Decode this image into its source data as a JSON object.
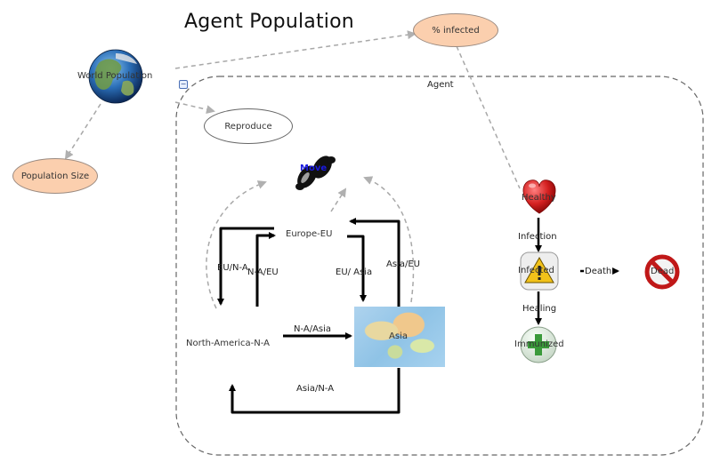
{
  "title": "Agent Population",
  "world": {
    "label": "World Population"
  },
  "nodes": {
    "percent_infected": "% infected",
    "population_size": "Population Size",
    "reproduce": "Reproduce",
    "agent_group": "Agent",
    "move": "Move",
    "europe": "Europe-EU",
    "north_america": "North-America-N-A",
    "asia": "Asia",
    "healthy": "Healthy",
    "infected": "Infected",
    "immunized": "Immunized",
    "dead": "Dead"
  },
  "transitions": {
    "eu_na": "EU/N-A",
    "na_eu": "N-A/EU",
    "eu_asia": "EU/ Asia",
    "asia_eu": "Asia/EU",
    "na_asia": "N-A/Asia",
    "asia_na": "Asia/N-A",
    "infection": "Infection",
    "healing": "Healing",
    "death": "Death"
  },
  "colors": {
    "peach_fill": "#fbcfae",
    "arrow_black": "#000000",
    "dashed_gray": "#a0a0a0",
    "heart_red": "#d42020",
    "warning_yellow": "#f2c21a",
    "plus_green": "#3a9a3a",
    "dead_red": "#c01818"
  },
  "icons": {
    "world": "globe-icon",
    "move": "footprints-icon",
    "healthy": "heart-icon",
    "infected": "warning-icon",
    "immunized": "green-plus-icon",
    "dead": "prohibited-icon",
    "collapse": "collapse-minus-icon"
  }
}
